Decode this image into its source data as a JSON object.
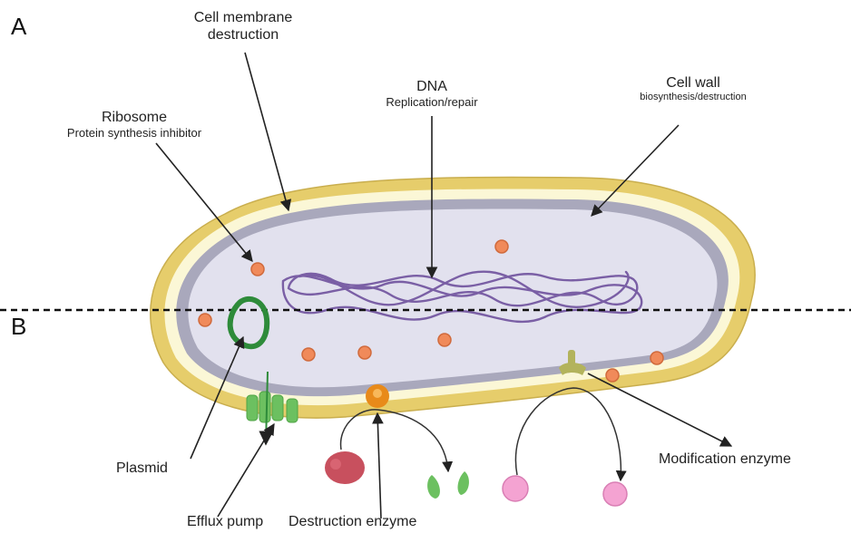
{
  "panels": {
    "a": "A",
    "b": "B"
  },
  "targets": {
    "membrane": {
      "line1": "Cell membrane",
      "line2": "destruction"
    },
    "dna": {
      "line1": "DNA",
      "line2": "Replication/repair"
    },
    "wall": {
      "line1": "Cell wall",
      "line2": "biosynthesis/destruction"
    },
    "ribosome": {
      "line1": "Ribosome",
      "line2": "Protein synthesis inhibitor"
    }
  },
  "resistance": {
    "plasmid": "Plasmid",
    "efflux": "Efflux pump",
    "destruction": "Destruction enzyme",
    "modification": "Modification enzyme"
  },
  "colors": {
    "cell_wall": "#E6CD6B",
    "wall_inner": "#FBF7D6",
    "membrane": "#A9A8BC",
    "cytoplasm": "#E2E1EE",
    "dna": "#7A5FA5",
    "ribosome": "#F08A5A",
    "plasmid": "#2E8B3A",
    "efflux_pump": "#6CC060",
    "destruction_enzyme": "#E88A1A",
    "modification_enzyme": "#B3B35C",
    "antibiotic_a": "#C8505E",
    "antibiotic_b": "#F4A3D2"
  }
}
